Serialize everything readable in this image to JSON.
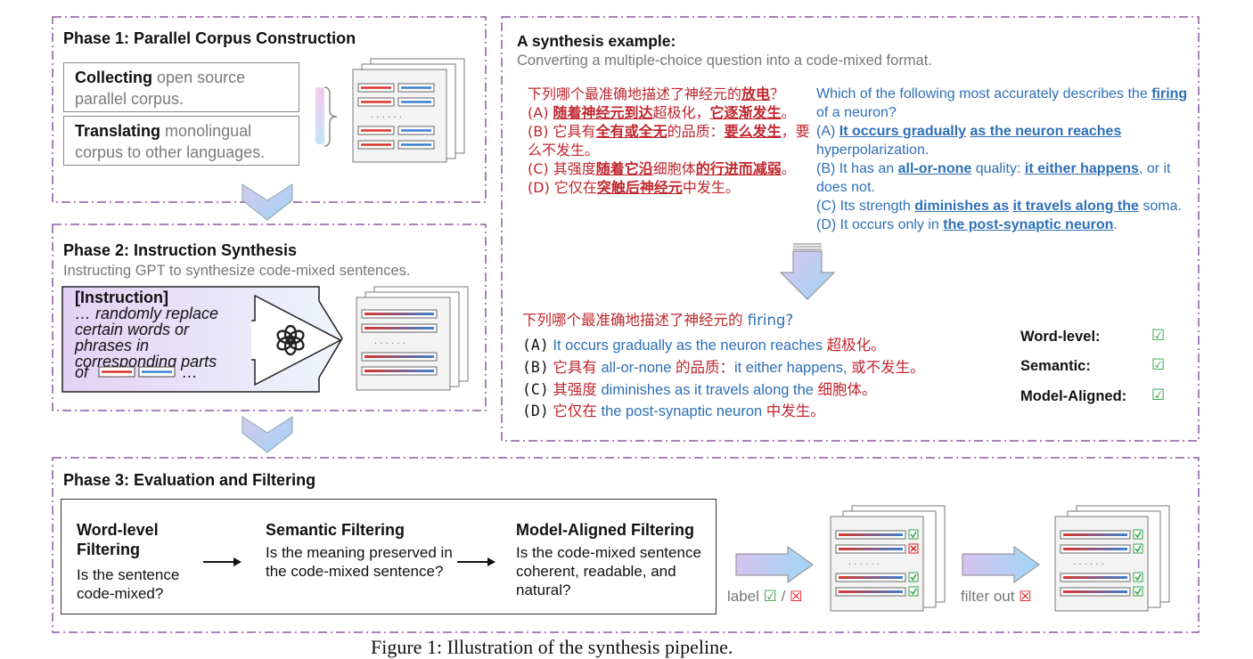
{
  "phase1": {
    "title": "Phase 1: Parallel Corpus Construction",
    "collect_bold": "Collecting",
    "collect_rest": "open source parallel corpus.",
    "translate_bold": "Translating",
    "translate_rest": "monolingual corpus to other languages."
  },
  "phase2": {
    "title": "Phase 2: Instruction Synthesis",
    "subtitle": "Instructing GPT to synthesize code-mixed sentences.",
    "instr_label": "[Instruction]",
    "instr_text": "… randomly replace certain words or phrases in corresponding parts",
    "instr_of": "of",
    "instr_end": "…"
  },
  "example": {
    "title": "A synthesis example:",
    "subtitle": "Converting a multiple-choice question into a code-mixed format.",
    "zh_q_pre": "下列哪个最准确地描述了神经元的",
    "zh_q_hl": "放电",
    "zh_q_post": "？",
    "zh_a_pre": "(A) ",
    "zh_a_hl1": "随着神经元到达",
    "zh_a_mid": "超极化，",
    "zh_a_hl2": "它逐渐发生",
    "zh_a_post": "。",
    "zh_b_pre": "(B) 它具有",
    "zh_b_hl1": "全有或全无",
    "zh_b_mid": "的品质：",
    "zh_b_hl2": "要么发生",
    "zh_b_post": "，要么不发生。",
    "zh_c_pre": "(C) 其强度",
    "zh_c_hl1": "随着它沿",
    "zh_c_mid": "细胞体",
    "zh_c_hl2": "的行进而减弱",
    "zh_c_post": "。",
    "zh_d_pre": "(D) 它仅在",
    "zh_d_hl": "突触后神经元",
    "zh_d_post": "中发生。",
    "en_q_pre": "Which of the following most accurately describes the",
    "en_q_hl": "firing",
    "en_q_post": "of a neuron?",
    "en_a_pre": "(A)",
    "en_a_hl1": "It occurs gradually",
    "en_a_hl2": "as the neuron reaches",
    "en_a_post": "hyperpolarization.",
    "en_b_pre": "(B) It has an",
    "en_b_hl1": "all-or-none",
    "en_b_mid": "quality:",
    "en_b_hl2": "it either happens",
    "en_b_post": ", or it does not.",
    "en_c_pre": "(C) Its strength",
    "en_c_hl1": "diminishes as",
    "en_c_hl2": "it travels along the",
    "en_c_post": "soma.",
    "en_d_pre": "(D) It occurs only in",
    "en_d_hl": "the post-synaptic neuron",
    "en_d_post": ".",
    "mix_q_zh": "下列哪个最准确地描述了神经元的",
    "mix_q_en": "firing?",
    "mix_a_label": "(A)",
    "mix_a_en": "It occurs gradually as the neuron reaches",
    "mix_a_zh": "超极化。",
    "mix_b_label": "(B)",
    "mix_b_zh1": "它具有",
    "mix_b_en1": "all-or-none",
    "mix_b_zh2": "的品质：",
    "mix_b_en2": "it either happens,",
    "mix_b_zh3": "或不发生。",
    "mix_c_label": "(C)",
    "mix_c_zh1": "其强度",
    "mix_c_en": "diminishes as it travels along the",
    "mix_c_zh2": "细胞体。",
    "mix_d_label": "(D)",
    "mix_d_zh1": "它仅在",
    "mix_d_en": "the post-synaptic neuron",
    "mix_d_zh2": "中发生。",
    "crit_word": "Word-level:",
    "crit_sem": "Semantic:",
    "crit_model": "Model-Aligned:",
    "check": "☑"
  },
  "phase3": {
    "title": "Phase 3: Evaluation and Filtering",
    "word_title": "Word-level Filtering",
    "word_body": "Is the sentence code-mixed?",
    "sem_title": "Semantic Filtering",
    "sem_body": "Is the meaning preserved in the code-mixed sentence?",
    "model_title": "Model-Aligned Filtering",
    "model_body": "Is the code-mixed sentence coherent, readable, and natural?",
    "label_text": "label",
    "label_sep": "/",
    "filter_text": "filter out",
    "check": "☑",
    "cross": "☒"
  },
  "caption": "Figure 1: Illustration of the synthesis pipeline."
}
